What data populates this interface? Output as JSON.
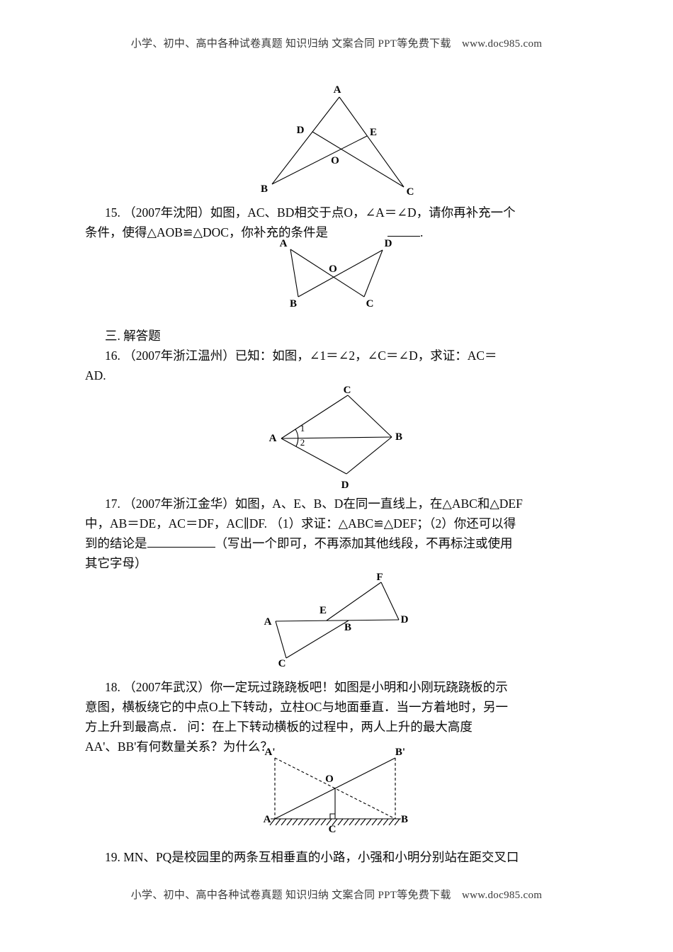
{
  "page": {
    "header": "小学、初中、高中各种试卷真题 知识归纳 文案合同 PPT等免费下载　www.doc985.com",
    "footer": "小学、初中、高中各种试卷真题 知识归纳 文案合同 PPT等免费下载　www.doc985.com",
    "section3_heading": "三. 解答题"
  },
  "q15": {
    "line1": "15. （2007年沈阳）如图，AC、BD相交于点O，∠A＝∠D，请你再补充一个",
    "line2_a": "条件，使得△AOB≌△DOC，你补充的条件是",
    "line2_b": "."
  },
  "q16": {
    "line1": "16. （2007年浙江温州）已知：如图，∠1＝∠2，∠C＝∠D，求证：AC＝",
    "line2": "AD."
  },
  "q17": {
    "line1": "17. （2007年浙江金华）如图，A、E、B、D在同一直线上，在△ABC和△DEF",
    "line2": "中，AB＝DE，AC＝DF，AC∥DF. （1）求证：△ABC≌△DEF；（2）你还可以得",
    "line3_a": "到的结论是",
    "line3_b": "（写出一个即可，不再添加其他线段，不再标注或使用",
    "line4": "其它字母）"
  },
  "q18": {
    "line1": "18. （2007年武汉）你一定玩过跷跷板吧！如图是小明和小刚玩跷跷板的示",
    "line2": "意图，横板绕它的中点O上下转动，立柱OC与地面垂直．当一方着地时，另一",
    "line3": "方上升到最高点． 问：在上下转动横板的过程中，两人上升的最大高度",
    "line4": "AA'、BB'有何数量关系？为什么？"
  },
  "q19": {
    "line1": "19. MN、PQ是校园里的两条互相垂直的小路，小强和小明分别站在距交叉口"
  },
  "figures": {
    "fig1": {
      "A": "A",
      "B": "B",
      "C": "C",
      "D": "D",
      "E": "E",
      "O": "O"
    },
    "fig2": {
      "A": "A",
      "B": "B",
      "C": "C",
      "D": "D",
      "O": "O"
    },
    "fig3": {
      "A": "A",
      "B": "B",
      "C": "C",
      "D": "D",
      "angle1": "1",
      "angle2": "2"
    },
    "fig4": {
      "A": "A",
      "B": "B",
      "C": "C",
      "D": "D",
      "E": "E",
      "F": "F"
    },
    "fig5": {
      "A_prime": "A'",
      "B_prime": "B'",
      "A": "A",
      "B": "B",
      "C": "C",
      "O": "O"
    }
  }
}
